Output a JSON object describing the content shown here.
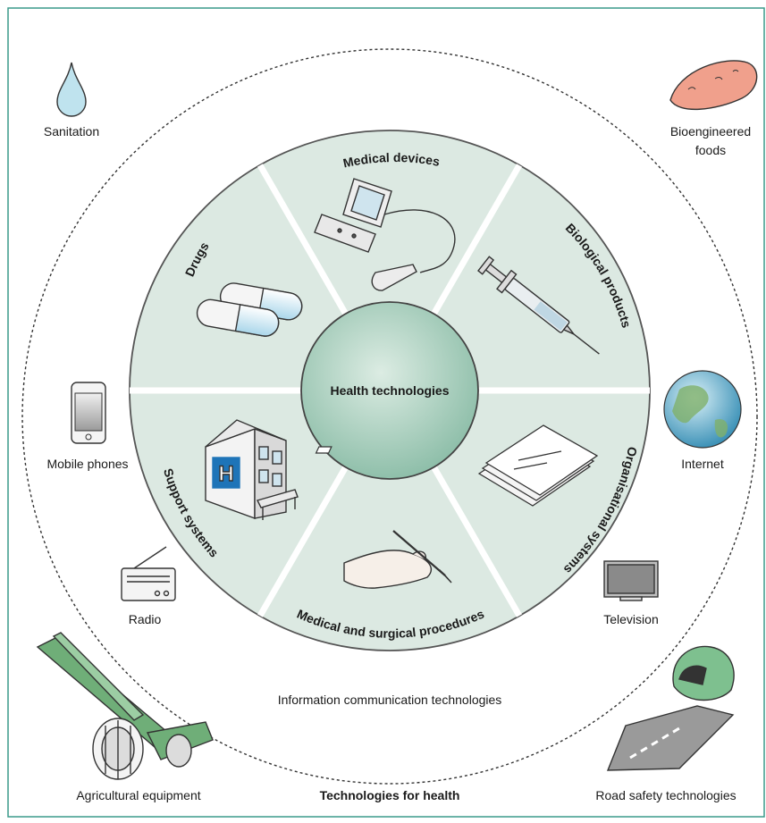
{
  "center": {
    "label": "Health technologies"
  },
  "segments": [
    {
      "label": "Medical devices"
    },
    {
      "label": "Biological products"
    },
    {
      "label": "Organisational systems"
    },
    {
      "label": "Medical and surgical procedures"
    },
    {
      "label": "Support systems"
    },
    {
      "label": "Drugs"
    }
  ],
  "outer_items": {
    "sanitation": "Sanitation",
    "bioengineered_foods_line1": "Bioengineered",
    "bioengineered_foods_line2": "foods",
    "mobile_phones": "Mobile phones",
    "internet": "Internet",
    "radio": "Radio",
    "television": "Television",
    "agricultural_equipment": "Agricultural equipment",
    "road_safety": "Road safety technologies"
  },
  "ict_label": "Information communication technologies",
  "footer_title": "Technologies for health",
  "colors": {
    "frame": "#3a9a8a",
    "segment_fill": "#dce9e2",
    "center_fill": "#aacfbe",
    "water": "#bfe3ee",
    "food": "#f0a08c",
    "globe": "#7fc4dc",
    "implement": "#6fae78"
  }
}
